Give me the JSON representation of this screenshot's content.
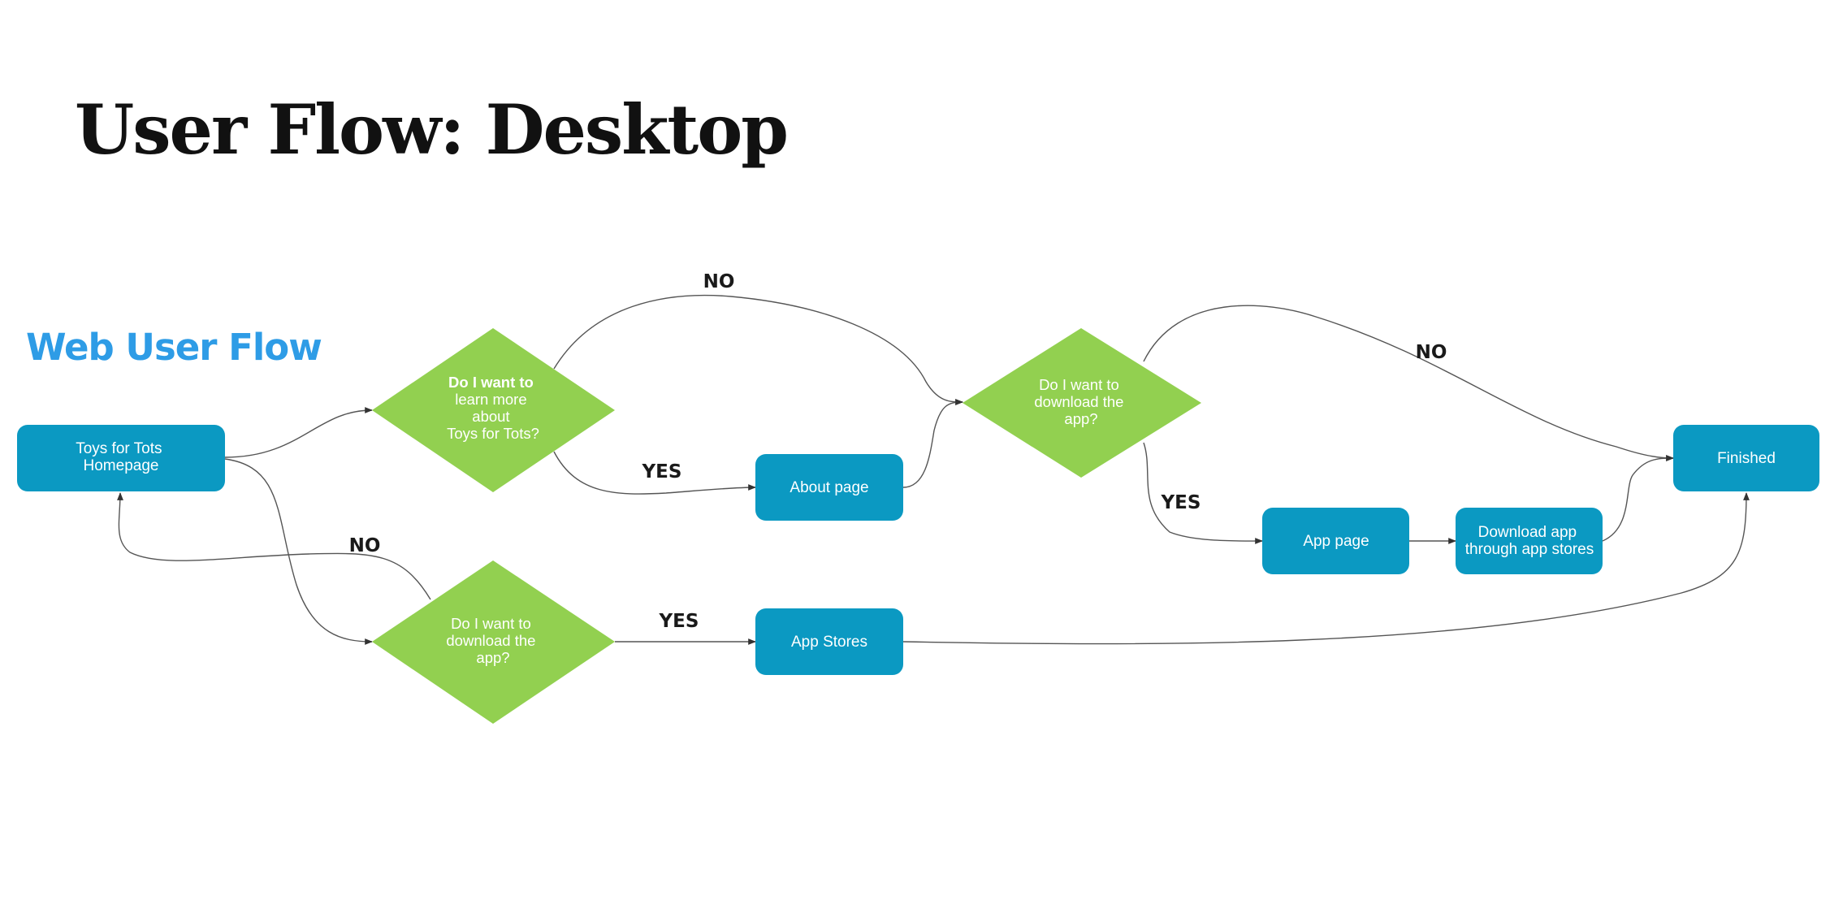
{
  "title": "User Flow: Desktop",
  "flow_title": "Web User Flow",
  "colors": {
    "process": "#0b99c2",
    "decision": "#92d050",
    "title": "#111111",
    "flow_title": "#2e9ce6",
    "edge": "#555555"
  },
  "nodes": {
    "homepage": {
      "lines": [
        "Toys for Tots",
        "Homepage"
      ]
    },
    "learn_more": {
      "lines": [
        "Do I want to",
        "learn more",
        "about",
        "Toys for Tots?"
      ],
      "bold_first": true
    },
    "download_bottom": {
      "lines": [
        "Do I want to",
        "download the",
        "app?"
      ]
    },
    "about_page": {
      "lines": [
        "About page"
      ]
    },
    "app_stores": {
      "lines": [
        "App Stores"
      ]
    },
    "download_top": {
      "lines": [
        "Do I want to",
        "download the",
        "app?"
      ]
    },
    "app_page": {
      "lines": [
        "App page"
      ]
    },
    "download_through": {
      "lines": [
        "Download app",
        "through app stores"
      ]
    },
    "finished": {
      "lines": [
        "Finished"
      ]
    }
  },
  "edges": {
    "learn_more_no": "NO",
    "learn_more_yes": "YES",
    "download_bottom_no": "NO",
    "download_bottom_yes": "YES",
    "download_top_no": "NO",
    "download_top_yes": "YES"
  }
}
